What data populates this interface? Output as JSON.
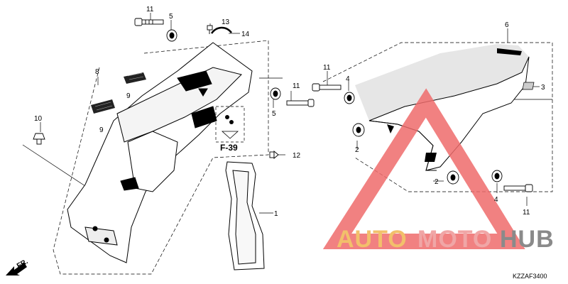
{
  "callouts": [
    {
      "id": "c11a",
      "label": "11"
    },
    {
      "id": "c5a",
      "label": "5"
    },
    {
      "id": "c13",
      "label": "13"
    },
    {
      "id": "c14",
      "label": "14"
    },
    {
      "id": "c8",
      "label": "8"
    },
    {
      "id": "c9a",
      "label": "9"
    },
    {
      "id": "c9b",
      "label": "9"
    },
    {
      "id": "c10",
      "label": "10"
    },
    {
      "id": "c11b",
      "label": "11"
    },
    {
      "id": "c5b",
      "label": "5"
    },
    {
      "id": "c12",
      "label": "12"
    },
    {
      "id": "c1",
      "label": "1"
    },
    {
      "id": "c6",
      "label": "6"
    },
    {
      "id": "c11c",
      "label": "11"
    },
    {
      "id": "c4a",
      "label": "4"
    },
    {
      "id": "c3",
      "label": "3"
    },
    {
      "id": "c2a",
      "label": "2"
    },
    {
      "id": "c2b",
      "label": "2"
    },
    {
      "id": "c4b",
      "label": "4"
    },
    {
      "id": "c11d",
      "label": "11"
    }
  ],
  "page_reference": "F-39",
  "direction_label": "FR.",
  "diagram_code": "KZZAF3400",
  "watermark": {
    "part1": "AUTO",
    "part2": "MOTO",
    "part3": "HUB",
    "colors": {
      "auto": "#f2c06b",
      "moto": "#f0a6a6",
      "hub": "#8a8a8a",
      "triangle": "#ee6b6b"
    }
  }
}
